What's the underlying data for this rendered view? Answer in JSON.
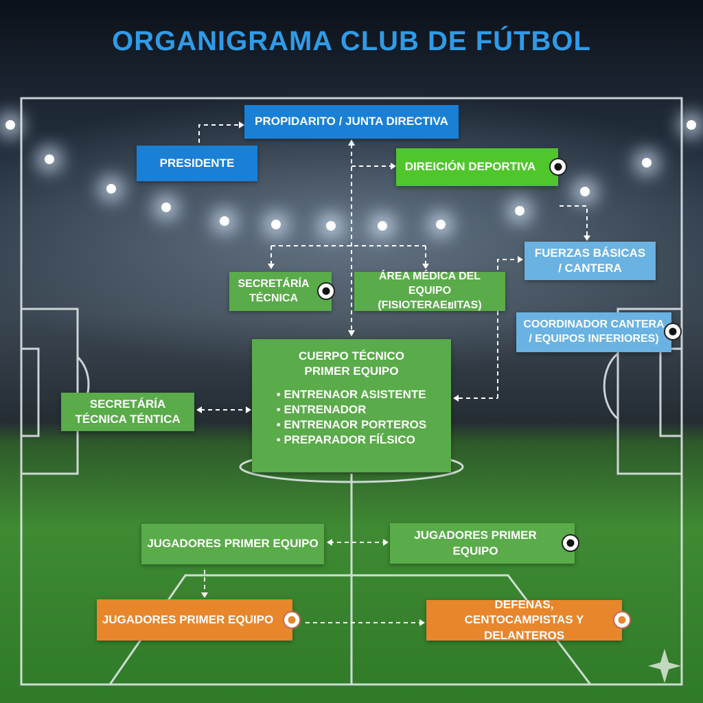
{
  "title": "ORGANIGRAMA CLUB DE FÚTBOL",
  "nodes": {
    "propietario": "PROPIDARITO / JUNTA DIRECTIVA",
    "presidente": "PRESIDENTE",
    "direccion": "DIREICIÓN DEPORTIVA",
    "fuerzas": "FUERZAS BÁSICAS / CANTERA",
    "secretaria": "SECRETÁRÍA TÉCNICA",
    "medica": "ÁREA MÉDICA DEL EQUIPO (FISIOTERAEยITAS)",
    "coordinador": "COORDINADOR CANTERA / EQUIPOS INFERIORES)",
    "cuerpo_title": "CUERPO TÉCNICO PRIMER EQUIPO",
    "cuerpo_items": [
      "ENTRENAOR ASISTENTE",
      "ENTRENADOR",
      "ENTRENAOR PORTEROS",
      "PREPARADOR FÍĹSICO"
    ],
    "secretaria2": "SECRETÁRÍA TÉCNICA TÉNTICA",
    "jugadores1": "JUGADORES PRIMER EQUIPO",
    "jugadores2": "JUGADORES PRIMER EQUIPO",
    "jugadores3": "JUGADORES PRIMER EQUIPO",
    "defensas": "DEFENAS, CENTOCAMPISTAS Y DELANTEROS"
  },
  "colors": {
    "blue": "#1a80d5",
    "light_blue": "#6ab2e2",
    "green": "#5aab4a",
    "bright_green": "#4fc62c",
    "orange": "#e8862c",
    "title": "#2f9be8"
  }
}
